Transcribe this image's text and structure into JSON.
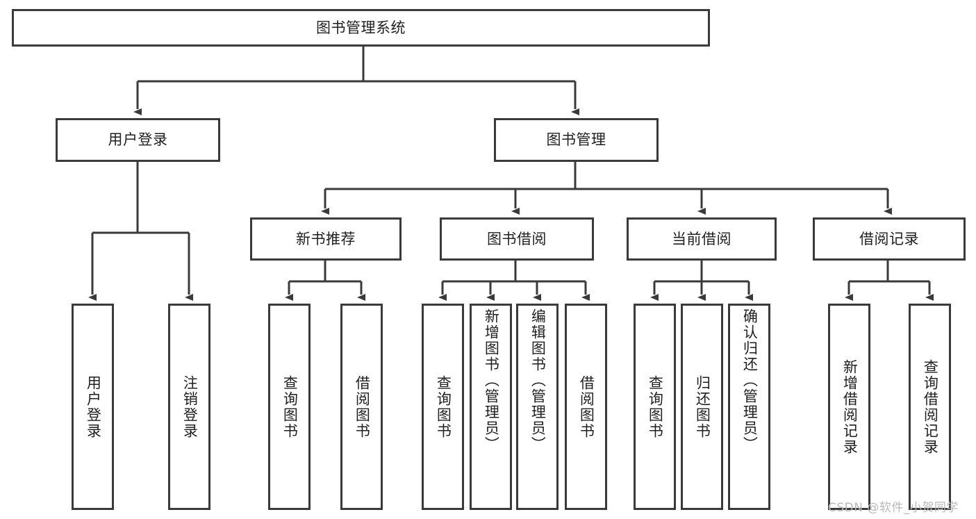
{
  "diagram": {
    "type": "tree-hierarchy",
    "title": "图书管理系统",
    "colors": {
      "stroke": "#3a3a3a",
      "fill": "#ffffff",
      "text": "#1f1f1f",
      "watermark": "#b9b9b9"
    },
    "root": {
      "label": "图书管理系统"
    },
    "level1": [
      {
        "label": "用户登录"
      },
      {
        "label": "图书管理"
      }
    ],
    "level2": [
      {
        "label": "新书推荐"
      },
      {
        "label": "图书借阅"
      },
      {
        "label": "当前借阅"
      },
      {
        "label": "借阅记录"
      }
    ],
    "leaves": {
      "user_login": [
        {
          "label": "用户登录"
        },
        {
          "label": "注销登录"
        }
      ],
      "new_book_recommend": [
        {
          "label": "查询图书"
        },
        {
          "label": "借阅图书"
        }
      ],
      "book_borrow": [
        {
          "label": "查询图书"
        },
        {
          "label": "新增图书（管理员）"
        },
        {
          "label": "编辑图书（管理员）"
        },
        {
          "label": "借阅图书"
        }
      ],
      "current_borrow": [
        {
          "label": "查询图书"
        },
        {
          "label": "归还图书"
        },
        {
          "label": "确认归还（管理员）"
        }
      ],
      "borrow_record": [
        {
          "label": "新增借阅记录"
        },
        {
          "label": "查询借阅记录"
        }
      ]
    },
    "watermark": "CSDN @软件_小贺同学"
  }
}
